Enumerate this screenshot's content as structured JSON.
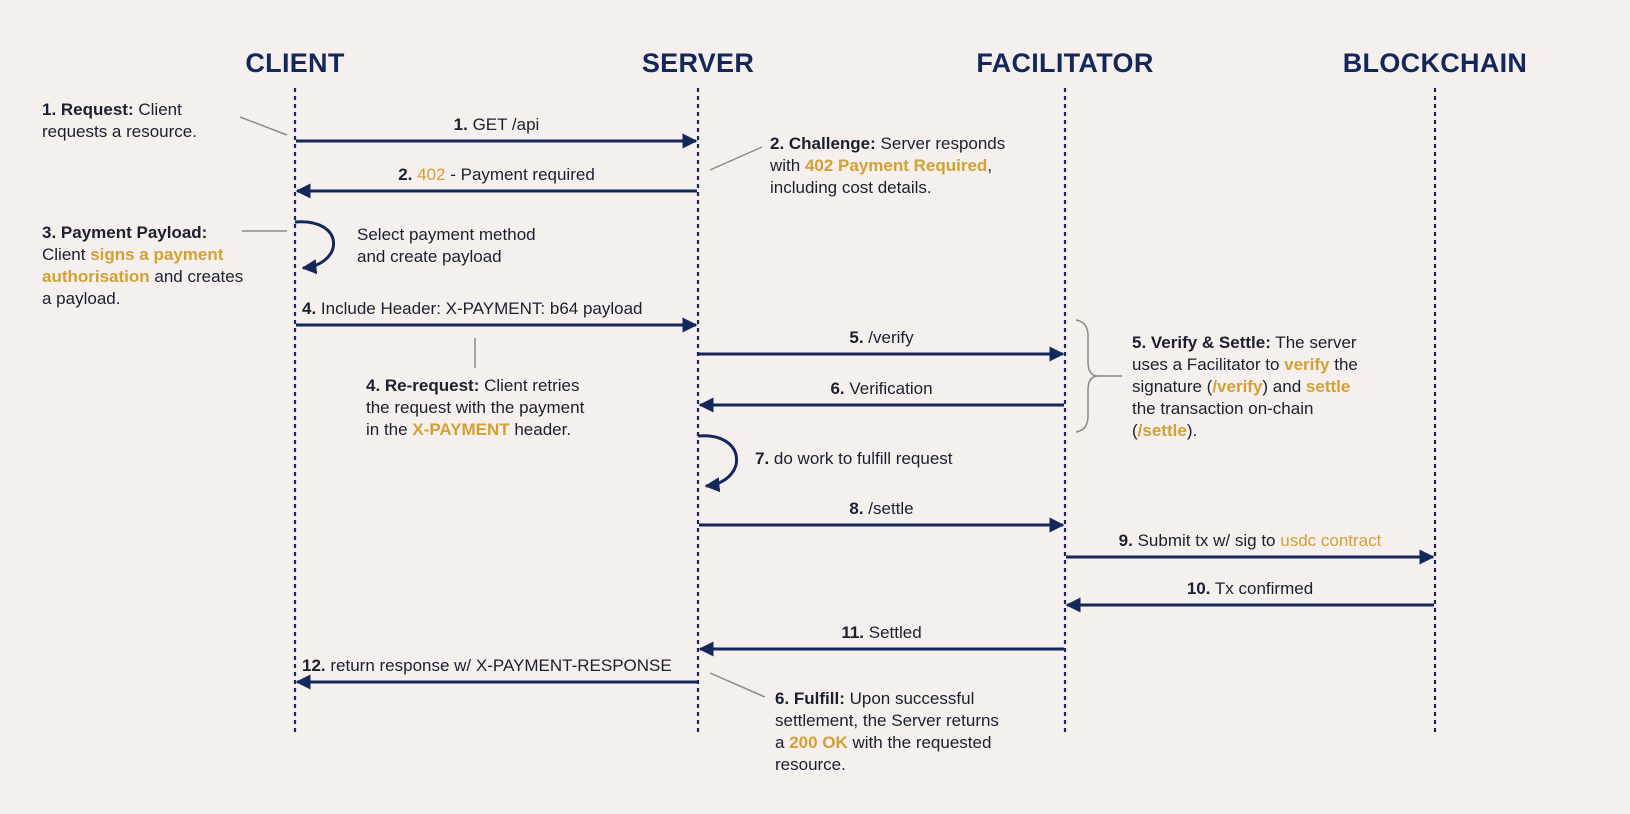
{
  "colors": {
    "navy": "#14275a",
    "gold": "#d3a033",
    "background": "#f5f0ee",
    "connector": "#8a8a8a"
  },
  "actors": [
    "CLIENT",
    "SERVER",
    "FACILITATOR",
    "BLOCKCHAIN"
  ],
  "messages": [
    {
      "id": "m1",
      "from": 0,
      "to": 1,
      "label": [
        {
          "t": "1.",
          "s": "b"
        },
        {
          "t": " GET /api"
        }
      ]
    },
    {
      "id": "m2",
      "from": 1,
      "to": 0,
      "label": [
        {
          "t": "2. ",
          "s": "b"
        },
        {
          "t": "402",
          "s": "g"
        },
        {
          "t": " - Payment required"
        }
      ]
    },
    {
      "id": "m4",
      "from": 0,
      "to": 1,
      "label": [
        {
          "t": "4.",
          "s": "b"
        },
        {
          "t": " Include Header: X-PAYMENT: b64 payload"
        }
      ]
    },
    {
      "id": "m5",
      "from": 1,
      "to": 2,
      "label": [
        {
          "t": "5.",
          "s": "b"
        },
        {
          "t": " /verify"
        }
      ]
    },
    {
      "id": "m6",
      "from": 2,
      "to": 1,
      "label": [
        {
          "t": "6.",
          "s": "b"
        },
        {
          "t": " Verification"
        }
      ]
    },
    {
      "id": "m8",
      "from": 1,
      "to": 2,
      "label": [
        {
          "t": "8.",
          "s": "b"
        },
        {
          "t": " /settle"
        }
      ]
    },
    {
      "id": "m9",
      "from": 2,
      "to": 3,
      "label": [
        {
          "t": "9.",
          "s": "b"
        },
        {
          "t": " Submit tx w/ sig to "
        },
        {
          "t": "usdc contract",
          "s": "g"
        }
      ]
    },
    {
      "id": "m10",
      "from": 3,
      "to": 2,
      "label": [
        {
          "t": "10.",
          "s": "b"
        },
        {
          "t": " Tx confirmed"
        }
      ]
    },
    {
      "id": "m11",
      "from": 2,
      "to": 1,
      "label": [
        {
          "t": "11.",
          "s": "b"
        },
        {
          "t": " Settled"
        }
      ]
    },
    {
      "id": "m12",
      "from": 1,
      "to": 0,
      "label": [
        {
          "t": "12.",
          "s": "b"
        },
        {
          "t": " return response w/ X-PAYMENT-RESPONSE"
        }
      ]
    }
  ],
  "self_calls": [
    {
      "id": "s3",
      "actor": 0,
      "label": [
        [
          {
            "t": "Select payment method"
          }
        ],
        [
          {
            "t": "and create payload"
          }
        ]
      ]
    },
    {
      "id": "s7",
      "actor": 1,
      "label": [
        [
          {
            "t": "7.",
            "s": "b"
          },
          {
            "t": " do work to fulfill request"
          }
        ]
      ]
    }
  ],
  "notes": [
    {
      "id": "n1",
      "lines": [
        [
          {
            "t": "1. Request:",
            "s": "b"
          },
          {
            "t": " Client"
          }
        ],
        [
          {
            "t": "requests a resource."
          }
        ]
      ]
    },
    {
      "id": "n2",
      "lines": [
        [
          {
            "t": "2. Challenge:",
            "s": "b"
          },
          {
            "t": " Server responds"
          }
        ],
        [
          {
            "t": "with "
          },
          {
            "t": "402 Payment Required",
            "s": "gb"
          },
          {
            "t": ","
          }
        ],
        [
          {
            "t": "including cost details."
          }
        ]
      ]
    },
    {
      "id": "n3",
      "lines": [
        [
          {
            "t": "3. Payment Payload:",
            "s": "b"
          }
        ],
        [
          {
            "t": "Client "
          },
          {
            "t": "signs a payment",
            "s": "gb"
          }
        ],
        [
          {
            "t": "authorisation",
            "s": "gb"
          },
          {
            "t": " and creates"
          }
        ],
        [
          {
            "t": "a payload."
          }
        ]
      ]
    },
    {
      "id": "n4",
      "lines": [
        [
          {
            "t": "4. Re-request:",
            "s": "b"
          },
          {
            "t": " Client retries"
          }
        ],
        [
          {
            "t": "the request with the payment"
          }
        ],
        [
          {
            "t": "in the "
          },
          {
            "t": "X-PAYMENT",
            "s": "gb"
          },
          {
            "t": " header."
          }
        ]
      ]
    },
    {
      "id": "n5",
      "lines": [
        [
          {
            "t": "5. Verify & Settle:",
            "s": "b"
          },
          {
            "t": " The server"
          }
        ],
        [
          {
            "t": "uses a Facilitator to "
          },
          {
            "t": "verify",
            "s": "gb"
          },
          {
            "t": " the"
          }
        ],
        [
          {
            "t": "signature ("
          },
          {
            "t": "/verify",
            "s": "gb"
          },
          {
            "t": ") and "
          },
          {
            "t": "settle",
            "s": "gb"
          }
        ],
        [
          {
            "t": "the transaction on-chain"
          }
        ],
        [
          {
            "t": "("
          },
          {
            "t": "/settle",
            "s": "gb"
          },
          {
            "t": ")."
          }
        ]
      ]
    },
    {
      "id": "n6",
      "lines": [
        [
          {
            "t": "6. Fulfill:",
            "s": "b"
          },
          {
            "t": " Upon successful"
          }
        ],
        [
          {
            "t": "settlement, the Server returns"
          }
        ],
        [
          {
            "t": "a "
          },
          {
            "t": "200 OK",
            "s": "gb"
          },
          {
            "t": " with the requested"
          }
        ],
        [
          {
            "t": "resource."
          }
        ]
      ]
    }
  ]
}
